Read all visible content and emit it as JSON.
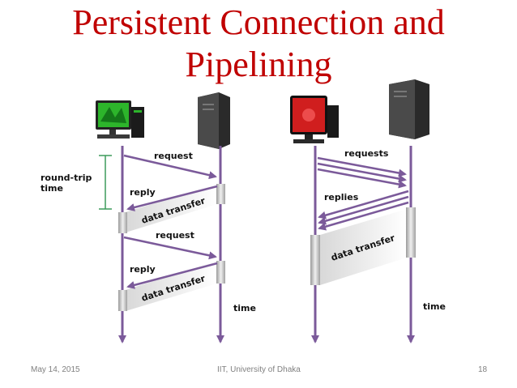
{
  "slide": {
    "title_line1": "Persistent Connection and",
    "title_line2": "Pipelining"
  },
  "left_diagram": {
    "round_trip_label_line1": "round-trip",
    "round_trip_label_line2": "time",
    "request_label_1": "request",
    "reply_label_1": "reply",
    "data_transfer_1": "data transfer",
    "request_label_2": "request",
    "reply_label_2": "reply",
    "data_transfer_2": "data transfer",
    "time_label": "time"
  },
  "right_diagram": {
    "requests_label": "requests",
    "replies_label": "replies",
    "data_transfer": "data transfer",
    "time_label": "time"
  },
  "footer": {
    "date": "May 14, 2015",
    "institution": "IIT, University of Dhaka",
    "page_number": "18"
  },
  "colors": {
    "title": "#c00000",
    "arrow": "#7b5a9a",
    "round_trip_bracket": "#3c9a5a"
  },
  "icons": [
    "client-computer-icon",
    "server-tower-icon"
  ]
}
